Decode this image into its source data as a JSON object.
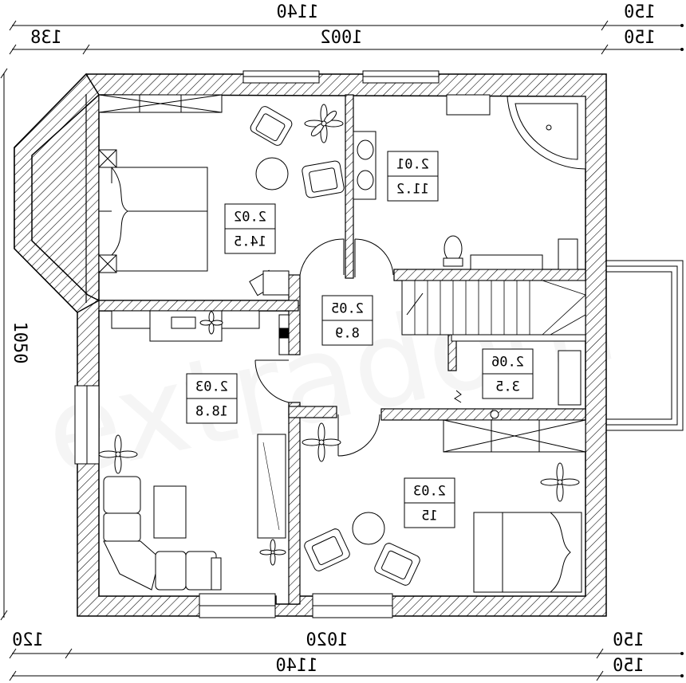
{
  "dimensions": {
    "top_overall": "1140",
    "top_right_1": "150",
    "top_left": "138",
    "top_inner": "1002",
    "top_right_2": "150",
    "left_height": "1050",
    "bottom_left": "120",
    "bottom_inner": "1020",
    "bottom_right_1": "150",
    "bottom_overall": "1140",
    "bottom_right_2": "150"
  },
  "rooms": [
    {
      "id": "bedroom-nw",
      "number": "2.02",
      "area": "14.5"
    },
    {
      "id": "bathroom",
      "number": "2.01",
      "area": "11.2"
    },
    {
      "id": "hall",
      "number": "2.05",
      "area": "8.9"
    },
    {
      "id": "living-w",
      "number": "2.03",
      "area": "18.8"
    },
    {
      "id": "storage",
      "number": "2.06",
      "area": "3.5"
    },
    {
      "id": "bedroom-se",
      "number": "2.03",
      "area": "15"
    }
  ],
  "watermark": "extradom"
}
